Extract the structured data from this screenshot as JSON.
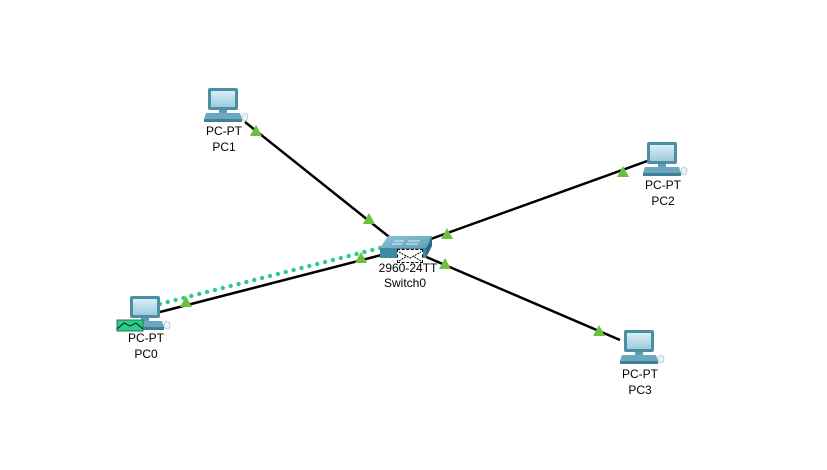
{
  "topology": {
    "devices": [
      {
        "id": "switch0",
        "type": "switch",
        "model": "2960-24TT",
        "name": "Switch0"
      },
      {
        "id": "pc0",
        "type": "pc",
        "model": "PC-PT",
        "name": "PC0"
      },
      {
        "id": "pc1",
        "type": "pc",
        "model": "PC-PT",
        "name": "PC1"
      },
      {
        "id": "pc2",
        "type": "pc",
        "model": "PC-PT",
        "name": "PC2"
      },
      {
        "id": "pc3",
        "type": "pc",
        "model": "PC-PT",
        "name": "PC3"
      }
    ],
    "links": [
      {
        "from": "pc0",
        "to": "switch0",
        "status": "up",
        "activity": "pdu-in-transit"
      },
      {
        "from": "pc1",
        "to": "switch0",
        "status": "up"
      },
      {
        "from": "pc2",
        "to": "switch0",
        "status": "up"
      },
      {
        "from": "pc3",
        "to": "switch0",
        "status": "up"
      }
    ],
    "pdus": [
      {
        "location": "switch0",
        "icon": "envelope-icon",
        "style": "selected-outline"
      },
      {
        "location": "pc0",
        "icon": "envelope-open-icon",
        "color": "#2ecc71"
      }
    ]
  },
  "colors": {
    "link": "#000000",
    "link_up_indicator": "#6cbf3f",
    "traffic_dots": "#2ecc8a",
    "device_body": "#4a90a8"
  }
}
